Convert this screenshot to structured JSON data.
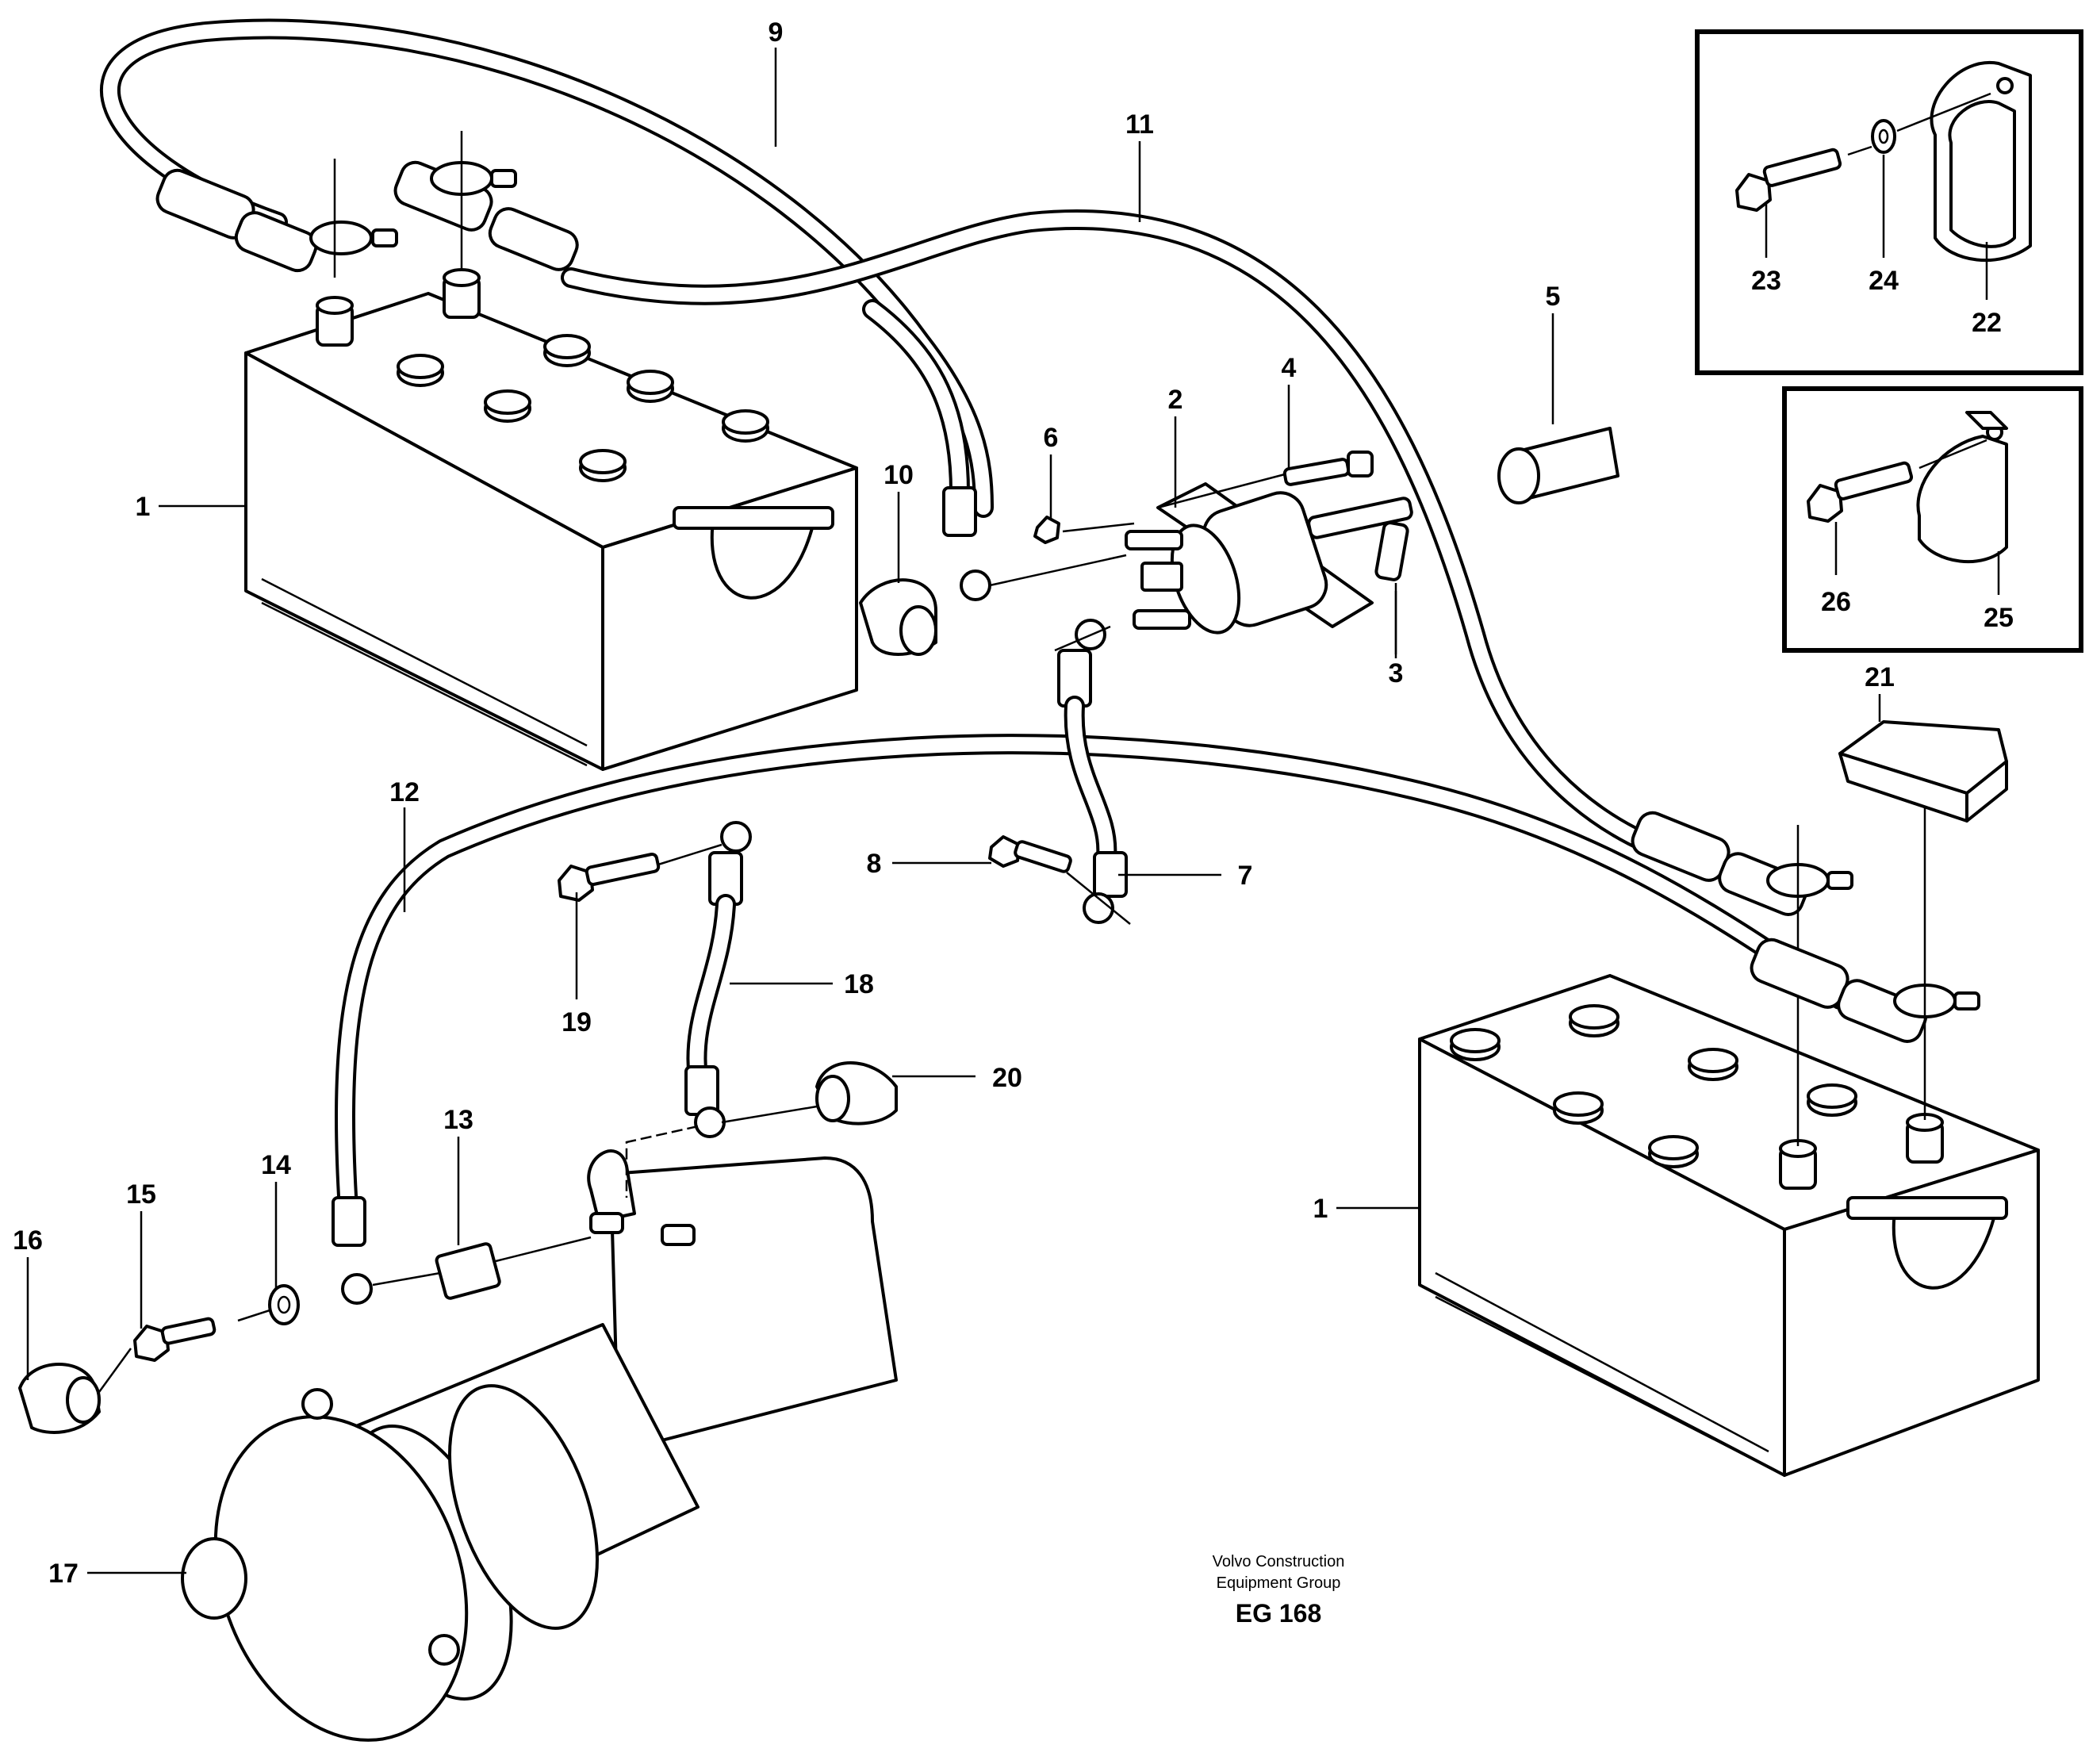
{
  "diagram": {
    "callouts": [
      "1",
      "2",
      "3",
      "4",
      "5",
      "6",
      "7",
      "8",
      "9",
      "10",
      "11",
      "12",
      "13",
      "14",
      "15",
      "16",
      "17",
      "18",
      "19",
      "20",
      "21",
      "22",
      "23",
      "24",
      "25",
      "26"
    ],
    "caption": {
      "line1": "Volvo Construction",
      "line2": "Equipment Group",
      "code": "EG 168"
    }
  }
}
